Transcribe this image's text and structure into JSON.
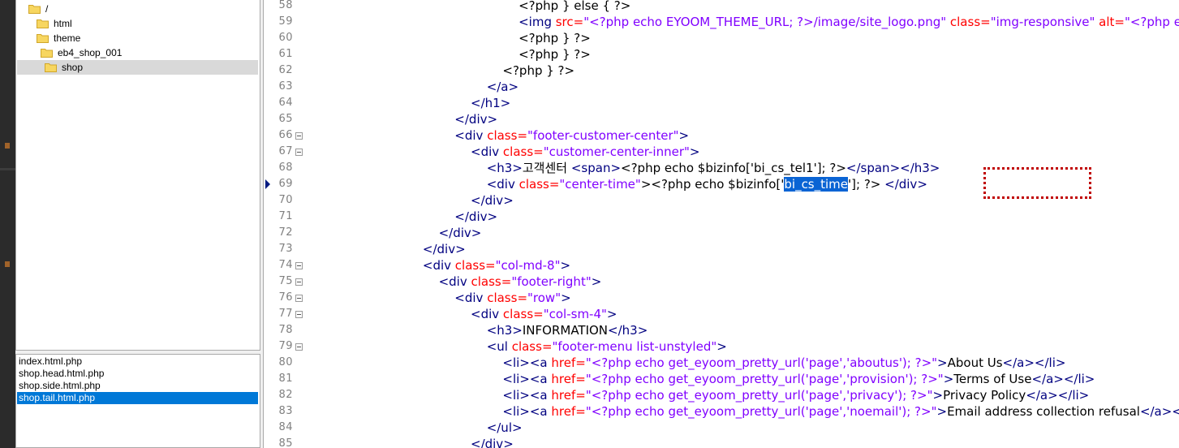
{
  "tree": {
    "items": [
      {
        "label": "/",
        "selected": false
      },
      {
        "label": "html",
        "selected": false
      },
      {
        "label": "theme",
        "selected": false
      },
      {
        "label": "eb4_shop_001",
        "selected": false
      },
      {
        "label": "shop",
        "selected": true
      }
    ]
  },
  "files": {
    "items": [
      {
        "label": "index.html.php",
        "active": false
      },
      {
        "label": "shop.head.html.php",
        "active": false
      },
      {
        "label": "shop.side.html.php",
        "active": false
      },
      {
        "label": "shop.tail.html.php",
        "active": true
      }
    ]
  },
  "editor": {
    "lines": [
      {
        "num": "58",
        "fold": false,
        "indent": 13,
        "parts": [
          {
            "t": "<?php } else { ?>",
            "c": "php"
          }
        ]
      },
      {
        "num": "59",
        "fold": false,
        "indent": 13,
        "parts": [
          {
            "t": "<img ",
            "c": "tag"
          },
          {
            "t": "src=",
            "c": "attr"
          },
          {
            "t": "\"<?php echo EYOOM_THEME_URL; ?>/image/site_logo.png\"",
            "c": "str"
          },
          {
            "t": " class=",
            "c": "attr"
          },
          {
            "t": "\"img-responsive\"",
            "c": "str"
          },
          {
            "t": " alt=",
            "c": "attr"
          },
          {
            "t": "\"<?php echo $config",
            "c": "str"
          }
        ]
      },
      {
        "num": "60",
        "fold": false,
        "indent": 13,
        "parts": [
          {
            "t": "<?php } ?>",
            "c": "php"
          }
        ]
      },
      {
        "num": "61",
        "fold": false,
        "indent": 13,
        "parts": [
          {
            "t": "<?php } ?>",
            "c": "php"
          }
        ]
      },
      {
        "num": "62",
        "fold": false,
        "indent": 12,
        "parts": [
          {
            "t": "<?php } ?>",
            "c": "php"
          }
        ]
      },
      {
        "num": "63",
        "fold": false,
        "indent": 11,
        "parts": [
          {
            "t": "</a>",
            "c": "tag"
          }
        ]
      },
      {
        "num": "64",
        "fold": false,
        "indent": 10,
        "parts": [
          {
            "t": "</h1>",
            "c": "tag"
          }
        ]
      },
      {
        "num": "65",
        "fold": false,
        "indent": 9,
        "parts": [
          {
            "t": "</div>",
            "c": "tag"
          }
        ]
      },
      {
        "num": "66",
        "fold": true,
        "indent": 9,
        "parts": [
          {
            "t": "<div ",
            "c": "tag"
          },
          {
            "t": "class=",
            "c": "attr"
          },
          {
            "t": "\"footer-customer-center\"",
            "c": "str"
          },
          {
            "t": ">",
            "c": "tag"
          }
        ]
      },
      {
        "num": "67",
        "fold": true,
        "indent": 10,
        "parts": [
          {
            "t": "<div ",
            "c": "tag"
          },
          {
            "t": "class=",
            "c": "attr"
          },
          {
            "t": "\"customer-center-inner\"",
            "c": "str"
          },
          {
            "t": ">",
            "c": "tag"
          }
        ]
      },
      {
        "num": "68",
        "fold": false,
        "indent": 11,
        "parts": [
          {
            "t": "<h3>",
            "c": "tag"
          },
          {
            "t": "고객센터 ",
            "c": "php"
          },
          {
            "t": "<span>",
            "c": "tag"
          },
          {
            "t": "<?php echo $bizinfo['bi_cs_tel1']; ?>",
            "c": "php"
          },
          {
            "t": "</span></h3>",
            "c": "tag"
          }
        ]
      },
      {
        "num": "69",
        "fold": false,
        "indent": 11,
        "bookmark": true,
        "parts": [
          {
            "t": "<div ",
            "c": "tag"
          },
          {
            "t": "class=",
            "c": "attr"
          },
          {
            "t": "\"center-time\"",
            "c": "str"
          },
          {
            "t": "><?php echo $bizinfo['",
            "c": "php"
          },
          {
            "t": "bi_cs_time",
            "c": "hl"
          },
          {
            "t": "']; ?> ",
            "c": "php"
          },
          {
            "t": "</div>",
            "c": "tag"
          }
        ]
      },
      {
        "num": "70",
        "fold": false,
        "indent": 10,
        "parts": [
          {
            "t": "</div>",
            "c": "tag"
          }
        ]
      },
      {
        "num": "71",
        "fold": false,
        "indent": 9,
        "parts": [
          {
            "t": "</div>",
            "c": "tag"
          }
        ]
      },
      {
        "num": "72",
        "fold": false,
        "indent": 8,
        "parts": [
          {
            "t": "</div>",
            "c": "tag"
          }
        ]
      },
      {
        "num": "73",
        "fold": false,
        "indent": 7,
        "parts": [
          {
            "t": "</div>",
            "c": "tag"
          }
        ]
      },
      {
        "num": "74",
        "fold": true,
        "indent": 7,
        "parts": [
          {
            "t": "<div ",
            "c": "tag"
          },
          {
            "t": "class=",
            "c": "attr"
          },
          {
            "t": "\"col-md-8\"",
            "c": "str"
          },
          {
            "t": ">",
            "c": "tag"
          }
        ]
      },
      {
        "num": "75",
        "fold": true,
        "indent": 8,
        "parts": [
          {
            "t": "<div ",
            "c": "tag"
          },
          {
            "t": "class=",
            "c": "attr"
          },
          {
            "t": "\"footer-right\"",
            "c": "str"
          },
          {
            "t": ">",
            "c": "tag"
          }
        ]
      },
      {
        "num": "76",
        "fold": true,
        "indent": 9,
        "parts": [
          {
            "t": "<div ",
            "c": "tag"
          },
          {
            "t": "class=",
            "c": "attr"
          },
          {
            "t": "\"row\"",
            "c": "str"
          },
          {
            "t": ">",
            "c": "tag"
          }
        ]
      },
      {
        "num": "77",
        "fold": true,
        "indent": 10,
        "parts": [
          {
            "t": "<div ",
            "c": "tag"
          },
          {
            "t": "class=",
            "c": "attr"
          },
          {
            "t": "\"col-sm-4\"",
            "c": "str"
          },
          {
            "t": ">",
            "c": "tag"
          }
        ]
      },
      {
        "num": "78",
        "fold": false,
        "indent": 11,
        "parts": [
          {
            "t": "<h3>",
            "c": "tag"
          },
          {
            "t": "INFORMATION",
            "c": "php"
          },
          {
            "t": "</h3>",
            "c": "tag"
          }
        ]
      },
      {
        "num": "79",
        "fold": true,
        "indent": 11,
        "parts": [
          {
            "t": "<ul ",
            "c": "tag"
          },
          {
            "t": "class=",
            "c": "attr"
          },
          {
            "t": "\"footer-menu list-unstyled\"",
            "c": "str"
          },
          {
            "t": ">",
            "c": "tag"
          }
        ]
      },
      {
        "num": "80",
        "fold": false,
        "indent": 12,
        "parts": [
          {
            "t": "<li><a ",
            "c": "tag"
          },
          {
            "t": "href=",
            "c": "attr"
          },
          {
            "t": "\"<?php echo get_eyoom_pretty_url('page','aboutus'); ?>\"",
            "c": "str"
          },
          {
            "t": ">",
            "c": "tag"
          },
          {
            "t": "About Us",
            "c": "php"
          },
          {
            "t": "</a></li>",
            "c": "tag"
          }
        ]
      },
      {
        "num": "81",
        "fold": false,
        "indent": 12,
        "parts": [
          {
            "t": "<li><a ",
            "c": "tag"
          },
          {
            "t": "href=",
            "c": "attr"
          },
          {
            "t": "\"<?php echo get_eyoom_pretty_url('page','provision'); ?>\"",
            "c": "str"
          },
          {
            "t": ">",
            "c": "tag"
          },
          {
            "t": "Terms of Use",
            "c": "php"
          },
          {
            "t": "</a></li>",
            "c": "tag"
          }
        ]
      },
      {
        "num": "82",
        "fold": false,
        "indent": 12,
        "parts": [
          {
            "t": "<li><a ",
            "c": "tag"
          },
          {
            "t": "href=",
            "c": "attr"
          },
          {
            "t": "\"<?php echo get_eyoom_pretty_url('page','privacy'); ?>\"",
            "c": "str"
          },
          {
            "t": ">",
            "c": "tag"
          },
          {
            "t": "Privacy Policy",
            "c": "php"
          },
          {
            "t": "</a></li>",
            "c": "tag"
          }
        ]
      },
      {
        "num": "83",
        "fold": false,
        "indent": 12,
        "parts": [
          {
            "t": "<li><a ",
            "c": "tag"
          },
          {
            "t": "href=",
            "c": "attr"
          },
          {
            "t": "\"<?php echo get_eyoom_pretty_url('page','noemail'); ?>\"",
            "c": "str"
          },
          {
            "t": ">",
            "c": "tag"
          },
          {
            "t": "Email address collection refusal",
            "c": "php"
          },
          {
            "t": "</a></li>",
            "c": "tag"
          }
        ]
      },
      {
        "num": "84",
        "fold": false,
        "indent": 11,
        "parts": [
          {
            "t": "</ul>",
            "c": "tag"
          }
        ]
      },
      {
        "num": "85",
        "fold": false,
        "indent": 10,
        "parts": [
          {
            "t": "</div>",
            "c": "tag"
          }
        ]
      }
    ]
  },
  "colors": {
    "tag": "#000080",
    "attr": "#ff0000",
    "string": "#8000ff",
    "selection": "#0a64d4",
    "annotation": "#c00000"
  }
}
